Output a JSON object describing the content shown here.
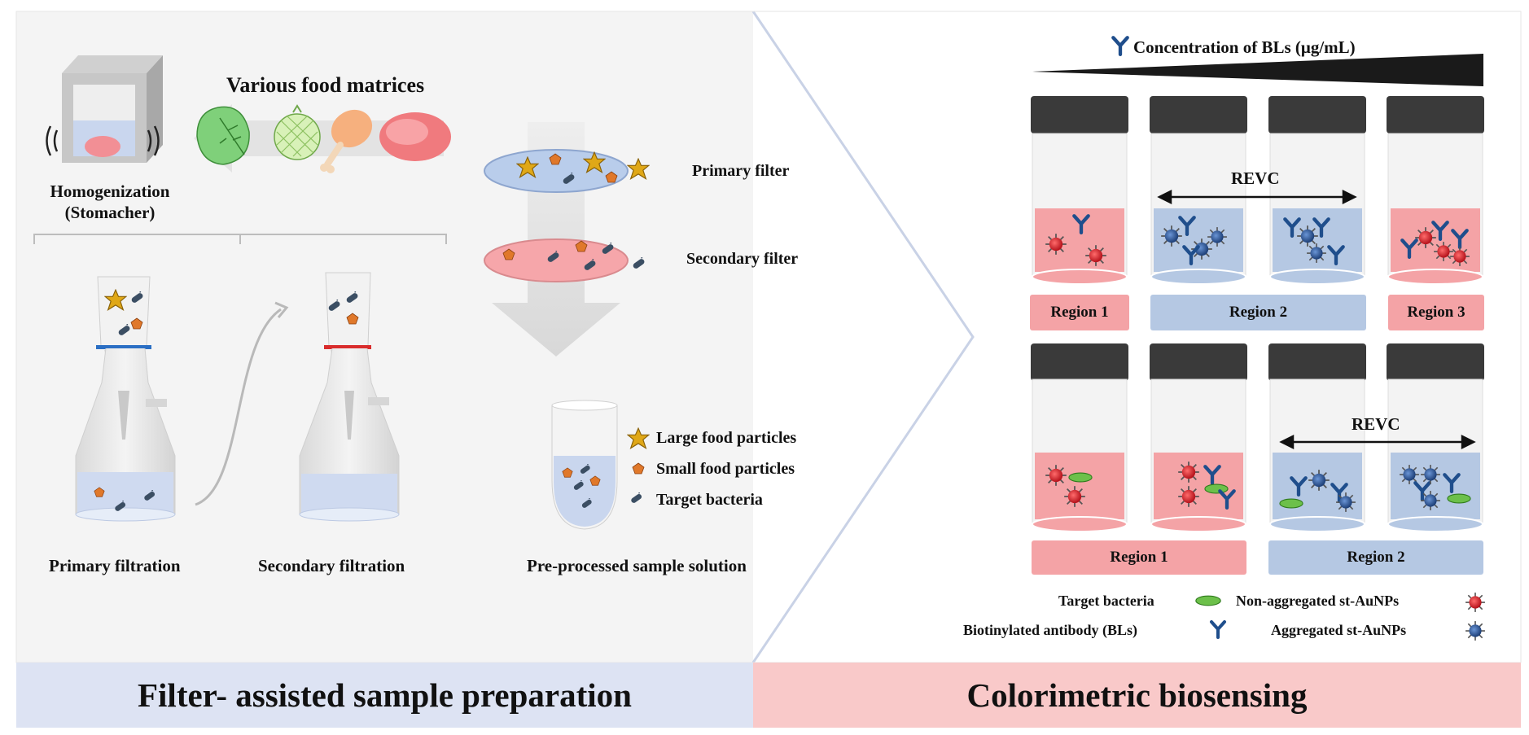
{
  "left_panel": {
    "banner": "Filter- assisted sample preparation",
    "food_matrices_label": "Various food matrices",
    "homogenization_label_line1": "Homogenization",
    "homogenization_label_line2": "(Stomacher)",
    "primary_filtration_label": "Primary filtration",
    "secondary_filtration_label": "Secondary filtration",
    "primary_filter_label": "Primary filter",
    "secondary_filter_label": "Secondary filter",
    "preprocessed_label": "Pre-processed sample solution",
    "legend": {
      "large_particles": "Large food particles",
      "small_particles": "Small food particles",
      "target_bacteria": "Target bacteria"
    }
  },
  "right_panel": {
    "banner": "Colorimetric biosensing",
    "concentration_label": "Concentration of BLs (μg/mL)",
    "revc_top": "REVC",
    "revc_bottom": "REVC",
    "top_regions": [
      "Region 1",
      "Region 2",
      "Region 3"
    ],
    "bottom_regions": [
      "Region 1",
      "Region 2"
    ],
    "legend": {
      "target_bacteria": "Target bacteria",
      "non_aggregated": "Non-aggregated st-AuNPs",
      "biotinylated_antibody": "Biotinylated antibody (BLs)",
      "aggregated": "Aggregated st-AuNPs"
    }
  },
  "colors": {
    "pink": "#f4a3a6",
    "blue": "#b5c8e3",
    "left_banner": "#dde3f3",
    "right_banner": "#f9c9c9",
    "cap": "#3a3a3a",
    "antibody": "#1f4e8c",
    "np_red": "#d9282f",
    "np_blue": "#2a5aa0",
    "bacteria_green": "#6cc04a"
  }
}
